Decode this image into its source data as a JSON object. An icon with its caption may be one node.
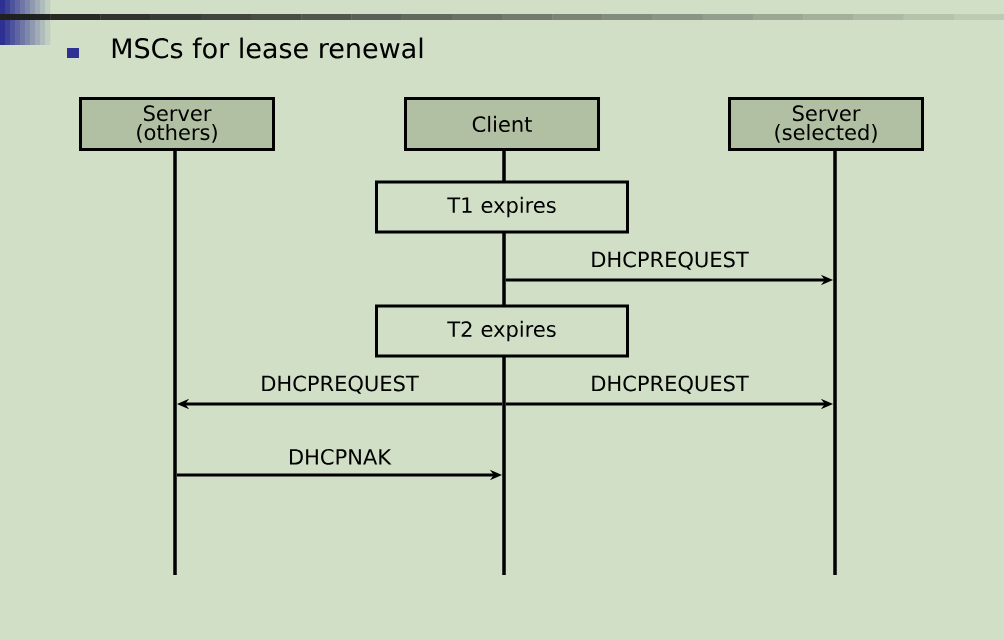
{
  "diagram": {
    "title": "MSCs for lease renewal",
    "nodes": [
      {
        "text": [
          "Server (others)"
        ]
      },
      {
        "text": [
          "Client"
        ]
      },
      {
        "text": [
          "Server (selected)"
        ]
      },
      {
        "text": [
          "T1 expires"
        ]
      },
      {
        "text": [
          "T2 expires"
        ]
      },
      {
        "text": [],
        "shape": "bar"
      },
      {
        "text": [],
        "shape": "bar"
      },
      {
        "text": [],
        "shape": "bar"
      }
    ],
    "edges": [
      {
        "from": 6,
        "to": 7,
        "arrow": "to",
        "label": "DHCPREQUEST"
      },
      {
        "from": 6,
        "to": 5,
        "arrow": "to",
        "label": "DHCPREQUEST"
      },
      {
        "from": 6,
        "to": 7,
        "arrow": "to",
        "label": "DHCPREQUEST"
      },
      {
        "from": 5,
        "to": 6,
        "arrow": "to",
        "label": "DHCPNAK"
      }
    ]
  }
}
